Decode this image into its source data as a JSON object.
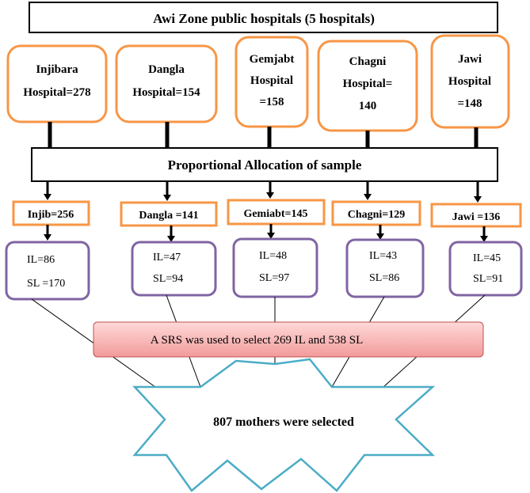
{
  "title": "Awi Zone public hospitals (5 hospitals)",
  "hospitals": [
    {
      "lines": [
        "Injibara",
        "Hospital=278"
      ]
    },
    {
      "lines": [
        "Dangla",
        "Hospital=154"
      ]
    },
    {
      "lines": [
        "Gemjabt",
        "Hospital",
        "=158"
      ]
    },
    {
      "lines": [
        "Chagni",
        "Hospital=",
        "140"
      ]
    },
    {
      "lines": [
        "Jawi",
        "Hospital",
        "=148"
      ]
    }
  ],
  "allocation_label": "Proportional Allocation of sample",
  "samples": [
    "Injib=256",
    "Dangla =141",
    "Gemiabt=145",
    "Chagni=129",
    "Jawi =136"
  ],
  "splits": [
    {
      "il": "IL=86",
      "sl": "SL =170"
    },
    {
      "il": "IL=47",
      "sl": "SL=94"
    },
    {
      "il": "IL=48",
      "sl": "SL=97"
    },
    {
      "il": "IL=43",
      "sl": "SL=86"
    },
    {
      "il": "IL=45",
      "sl": "SL=91"
    }
  ],
  "srs_label": "A SRS was used to select 269 IL and 538 SL",
  "result_label": "807 mothers were selected",
  "colors": {
    "orange": "#F79646",
    "purple": "#8064A2",
    "teal": "#4BACC6",
    "srs_fill_top": "#FFD9D9",
    "srs_fill_bottom": "#F29B9B",
    "srs_border": "#C0504D"
  }
}
